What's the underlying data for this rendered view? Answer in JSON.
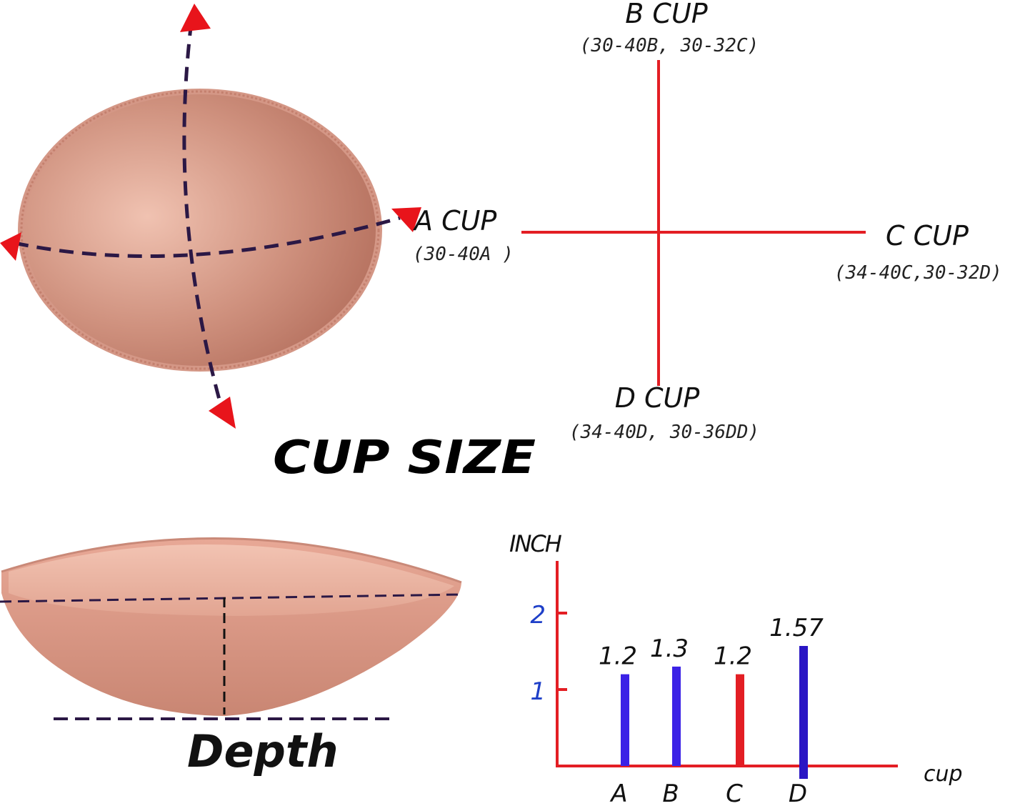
{
  "title": "CUP SIZE",
  "cup_diagram": {
    "top_label": "B CUP",
    "top_sub": "(30-40B, 30-32C)",
    "left_label": "A CUP",
    "left_sub": "(30-40A )",
    "right_label": "C CUP",
    "right_sub": "(34-40C,30-32D)",
    "bottom_label": "D CUP",
    "bottom_sub": "(34-40D, 30-36DD)"
  },
  "depth_label": "Depth",
  "colors": {
    "cross": "#e31e24",
    "axis": "#e31e24",
    "arrow": "#e8141b",
    "dash": "#2b1845",
    "pad_light": "#e9b4a2",
    "pad_dark": "#b5705e",
    "bar_blue": "#3b22e6",
    "bar_navy": "#2a16c4",
    "bar_red": "#e31e24",
    "tick_label": "#1e3fc8"
  },
  "chart_data": {
    "type": "bar",
    "ylabel": "INCH",
    "xlabel": "cup",
    "ylim": [
      0,
      2.7
    ],
    "yticks": [
      1,
      2
    ],
    "categories": [
      "A",
      "B",
      "C",
      "D"
    ],
    "values": [
      1.2,
      1.3,
      1.2,
      1.57
    ],
    "value_labels": [
      "1.2",
      "1.3",
      "1.2",
      "1.57"
    ],
    "bar_colors": [
      "#3b22e6",
      "#3b22e6",
      "#e31e24",
      "#2a16c4"
    ]
  }
}
